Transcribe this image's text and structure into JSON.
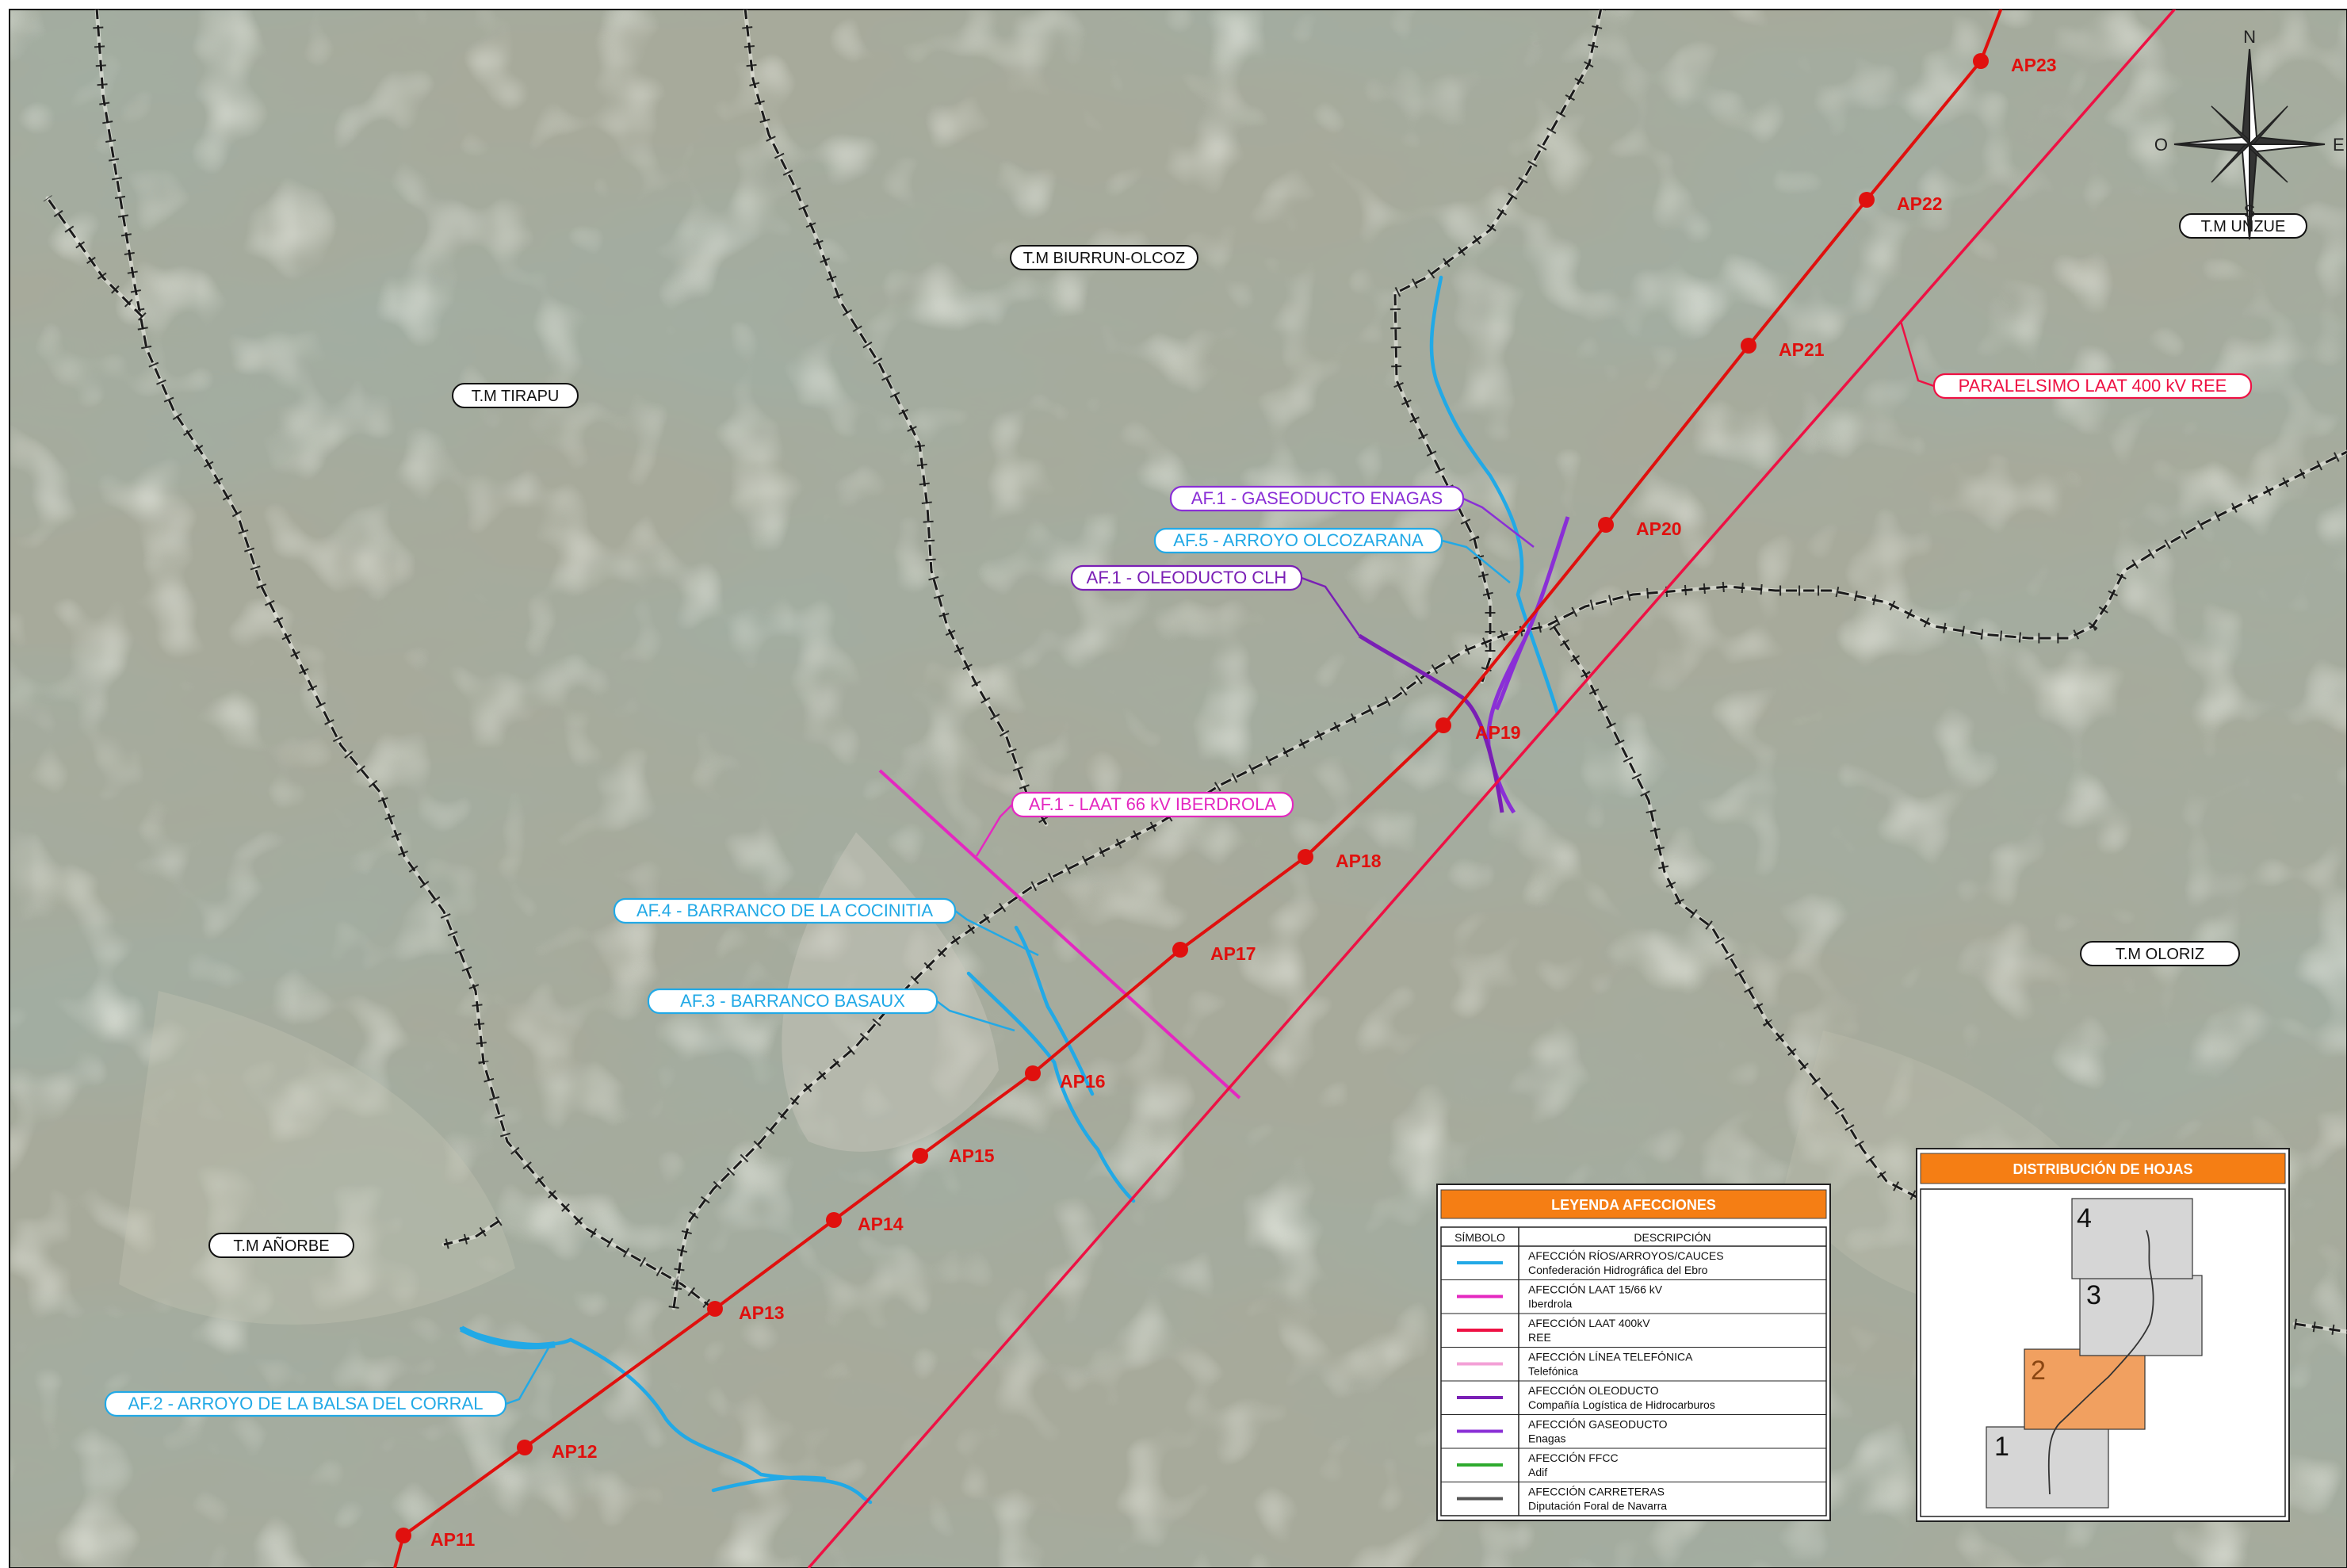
{
  "colors": {
    "river": "#22a9e6",
    "laat_66": "#e428c0",
    "laat_400": "#ee1144",
    "new_line": "#e0100e",
    "phone": "#f3a0d6",
    "pipeline_oil": "#7a1fb5",
    "pipeline_gas": "#8a2fd6",
    "rail": "#2eaa2e",
    "road": "#555555",
    "orange": "#f57e14",
    "label_red": "#e0100e"
  },
  "municipalities": [
    "T.M TIRAPU",
    "T.M BIURRUN-OLCOZ",
    "T.M UNZUE",
    "T.M OLORIZ",
    "T.M AÑORBE"
  ],
  "towers": [
    "AP11",
    "AP12",
    "AP13",
    "AP14",
    "AP15",
    "AP16",
    "AP17",
    "AP18",
    "AP19",
    "AP20",
    "AP21",
    "AP22",
    "AP23"
  ],
  "callouts": {
    "gaseoducto": "AF.1 - GASEODUCTO ENAGAS",
    "olcozarana": "AF.5 - ARROYO OLCOZARANA",
    "oleoducto": "AF.1 - OLEODUCTO CLH",
    "laat66": "AF.1 - LAAT 66 kV IBERDROLA",
    "cocinitia": "AF.4 - BARRANCO DE LA COCINITIA",
    "basaux": "AF.3 - BARRANCO BASAUX",
    "balsa": "AF.2 - ARROYO DE LA BALSA DEL CORRAL",
    "paralelismo": "PARALELSIMO LAAT 400 kV REE"
  },
  "compass": {
    "n": "N",
    "s": "S",
    "e": "E",
    "w": "O"
  },
  "legend": {
    "title": "LEYENDA AFECCIONES",
    "col_symbol": "SÍMBOLO",
    "col_desc": "DESCRIPCIÓN",
    "rows": [
      {
        "line1": "AFECCIÓN RÍOS/ARROYOS/CAUCES",
        "line2": "Confederación Hidrográfica del Ebro"
      },
      {
        "line1": "AFECCIÓN LAAT 15/66 kV",
        "line2": "Iberdrola"
      },
      {
        "line1": "AFECCIÓN LAAT 400kV",
        "line2": "REE"
      },
      {
        "line1": "AFECCIÓN LÍNEA TELEFÓNICA",
        "line2": "Telefónica"
      },
      {
        "line1": "AFECCIÓN OLEODUCTO",
        "line2": "Compañía Logística de Hidrocarburos"
      },
      {
        "line1": "AFECCIÓN GASEODUCTO",
        "line2": "Enagas"
      },
      {
        "line1": "AFECCIÓN FFCC",
        "line2": "Adif"
      },
      {
        "line1": "AFECCIÓN CARRETERAS",
        "line2": "Diputación Foral de Navarra"
      }
    ]
  },
  "sheets": {
    "title": "DISTRIBUCIÓN DE HOJAS",
    "items": [
      "1",
      "2",
      "3",
      "4"
    ],
    "current": "2"
  }
}
